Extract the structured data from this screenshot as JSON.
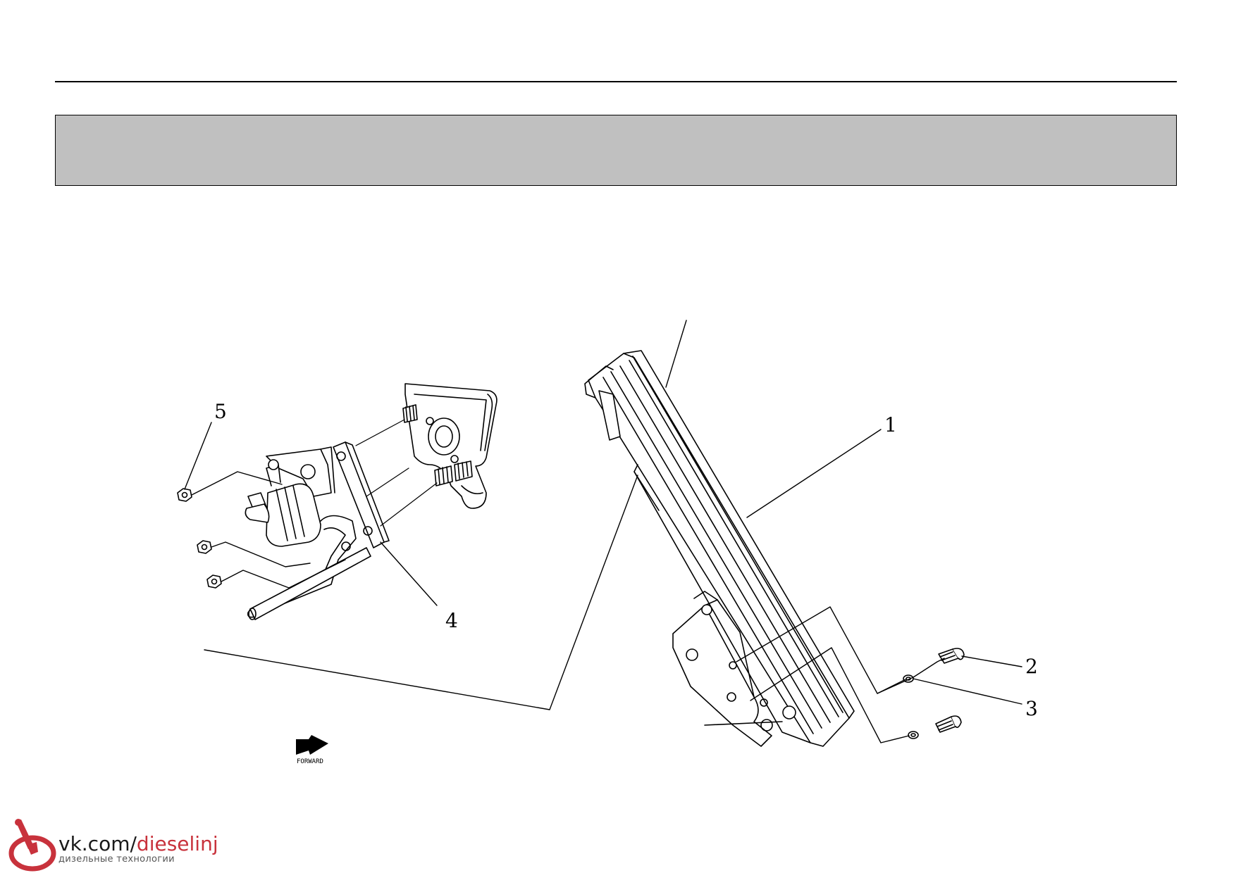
{
  "diagram": {
    "callouts": [
      {
        "id": "1",
        "label": "1"
      },
      {
        "id": "2",
        "label": "2"
      },
      {
        "id": "3",
        "label": "3"
      },
      {
        "id": "4",
        "label": "4"
      },
      {
        "id": "5",
        "label": "5"
      }
    ],
    "forward_label": "FORWARD"
  },
  "watermark": {
    "prefix": "vk.com/",
    "accent": "dieselinj",
    "subtitle": "дизельные технологии",
    "accent_color": "#c8323c"
  },
  "colors": {
    "header_band": "#c0c0c0",
    "line": "#000000"
  }
}
